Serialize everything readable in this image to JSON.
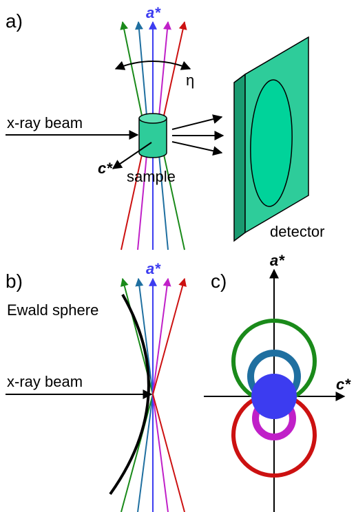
{
  "panels": {
    "a": {
      "label": "a)",
      "axis_label": "a*",
      "axis2_label": "c*",
      "angle_label": "η",
      "beam_label": "x-ray beam",
      "sample_label": "sample",
      "detector_label": "detector"
    },
    "b": {
      "label": "b)",
      "axis_label": "a*",
      "sphere_label": "Ewald sphere",
      "beam_label": "x-ray beam"
    },
    "c": {
      "label": "c)",
      "vertical_axis_label": "a*",
      "horizontal_axis_label": "c*"
    }
  },
  "colors": {
    "green": "#1a8a1a",
    "teal": "#1f6fa0",
    "blue": "#3c3cf0",
    "magenta": "#c020c8",
    "red": "#cc1111",
    "detector": "#2ecc9a",
    "detector_dark": "#1a9a70",
    "sample": "#2ecc9a"
  }
}
